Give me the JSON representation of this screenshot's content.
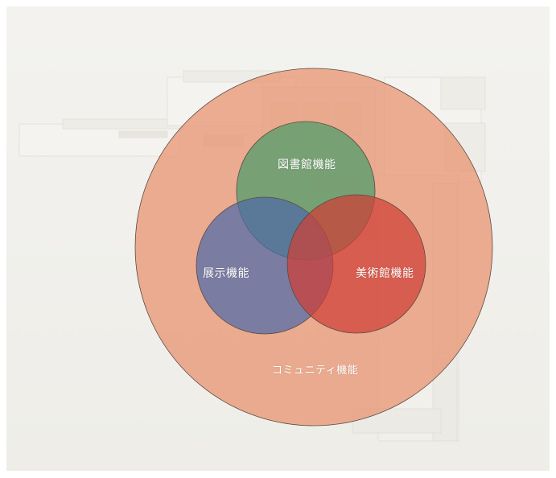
{
  "diagram": {
    "type": "venn",
    "outer_set": {
      "label": "コミュニティ機能",
      "color": "#e8906c"
    },
    "inner_sets": [
      {
        "key": "library",
        "label": "図書館機能",
        "color": "#5e9e6e"
      },
      {
        "key": "exhibition",
        "label": "展示機能",
        "color": "#4f6aa8"
      },
      {
        "key": "museum",
        "label": "美術館機能",
        "color": "#cf3f36"
      }
    ],
    "overlaps": [
      {
        "sets": [
          "library",
          "exhibition"
        ],
        "color": "#3f7f95"
      },
      {
        "sets": [
          "library",
          "museum"
        ],
        "color": "#9c5a45"
      },
      {
        "sets": [
          "exhibition",
          "museum"
        ],
        "color": "#9a3f55"
      }
    ]
  },
  "background": {
    "description_icon": "architectural-model-photo",
    "tone": "#f1f0ec"
  }
}
